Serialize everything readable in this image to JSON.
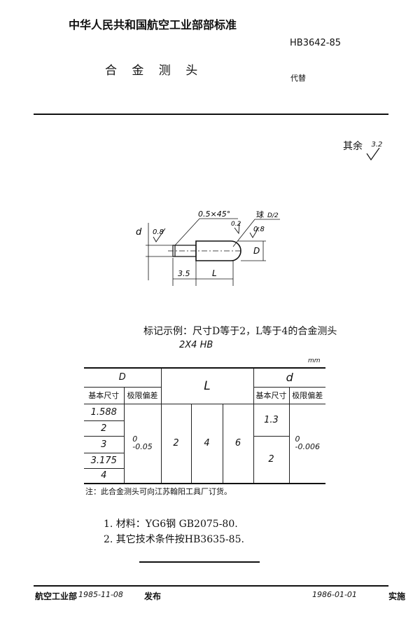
{
  "header": {
    "org_title": "中华人民共和国航空工业部部标准",
    "doc_title": "合 金 测 头",
    "std_no": "HB3642-85",
    "replaces": "代替"
  },
  "surface": {
    "label": "其余",
    "roughness": "3.2"
  },
  "drawing": {
    "chamfer": "0.5×45°",
    "sphere_label": "球",
    "sphere_value": "D/2",
    "rough_left": "0.8",
    "rough_mid": "0.2",
    "rough_right": "0.8",
    "dim_d": "d",
    "dim_D": "D",
    "dim_35": "3.5",
    "dim_L": "L"
  },
  "marking": {
    "example": "标记示例：尺寸D等于2，L等于4的合金测头",
    "code": "2X4 HB"
  },
  "table": {
    "unit": "mm",
    "col_D": "D",
    "col_L": "L",
    "col_d": "d",
    "basic_size": "基本尺寸",
    "limit_dev": "极限偏差",
    "D_values": [
      "1.588",
      "2",
      "3",
      "3.175",
      "4"
    ],
    "D_tol_upper": "0",
    "D_tol_lower": "-0.05",
    "L_values": [
      "2",
      "4",
      "6"
    ],
    "d_values": [
      "1.3",
      "2"
    ],
    "d_tol_upper": "0",
    "d_tol_lower": "-0.006",
    "note": "注：此合金测头可向江苏翰阳工具厂订货。"
  },
  "notes": [
    "1.  材料：YG6钢 GB2075-80.",
    "2.  其它技术条件按HB3635-85."
  ],
  "footer": {
    "issuer": "航空工业部",
    "issue_date": "1985-11-08",
    "issue_label": "发布",
    "impl_date": "1986-01-01",
    "impl_label": "实施"
  }
}
